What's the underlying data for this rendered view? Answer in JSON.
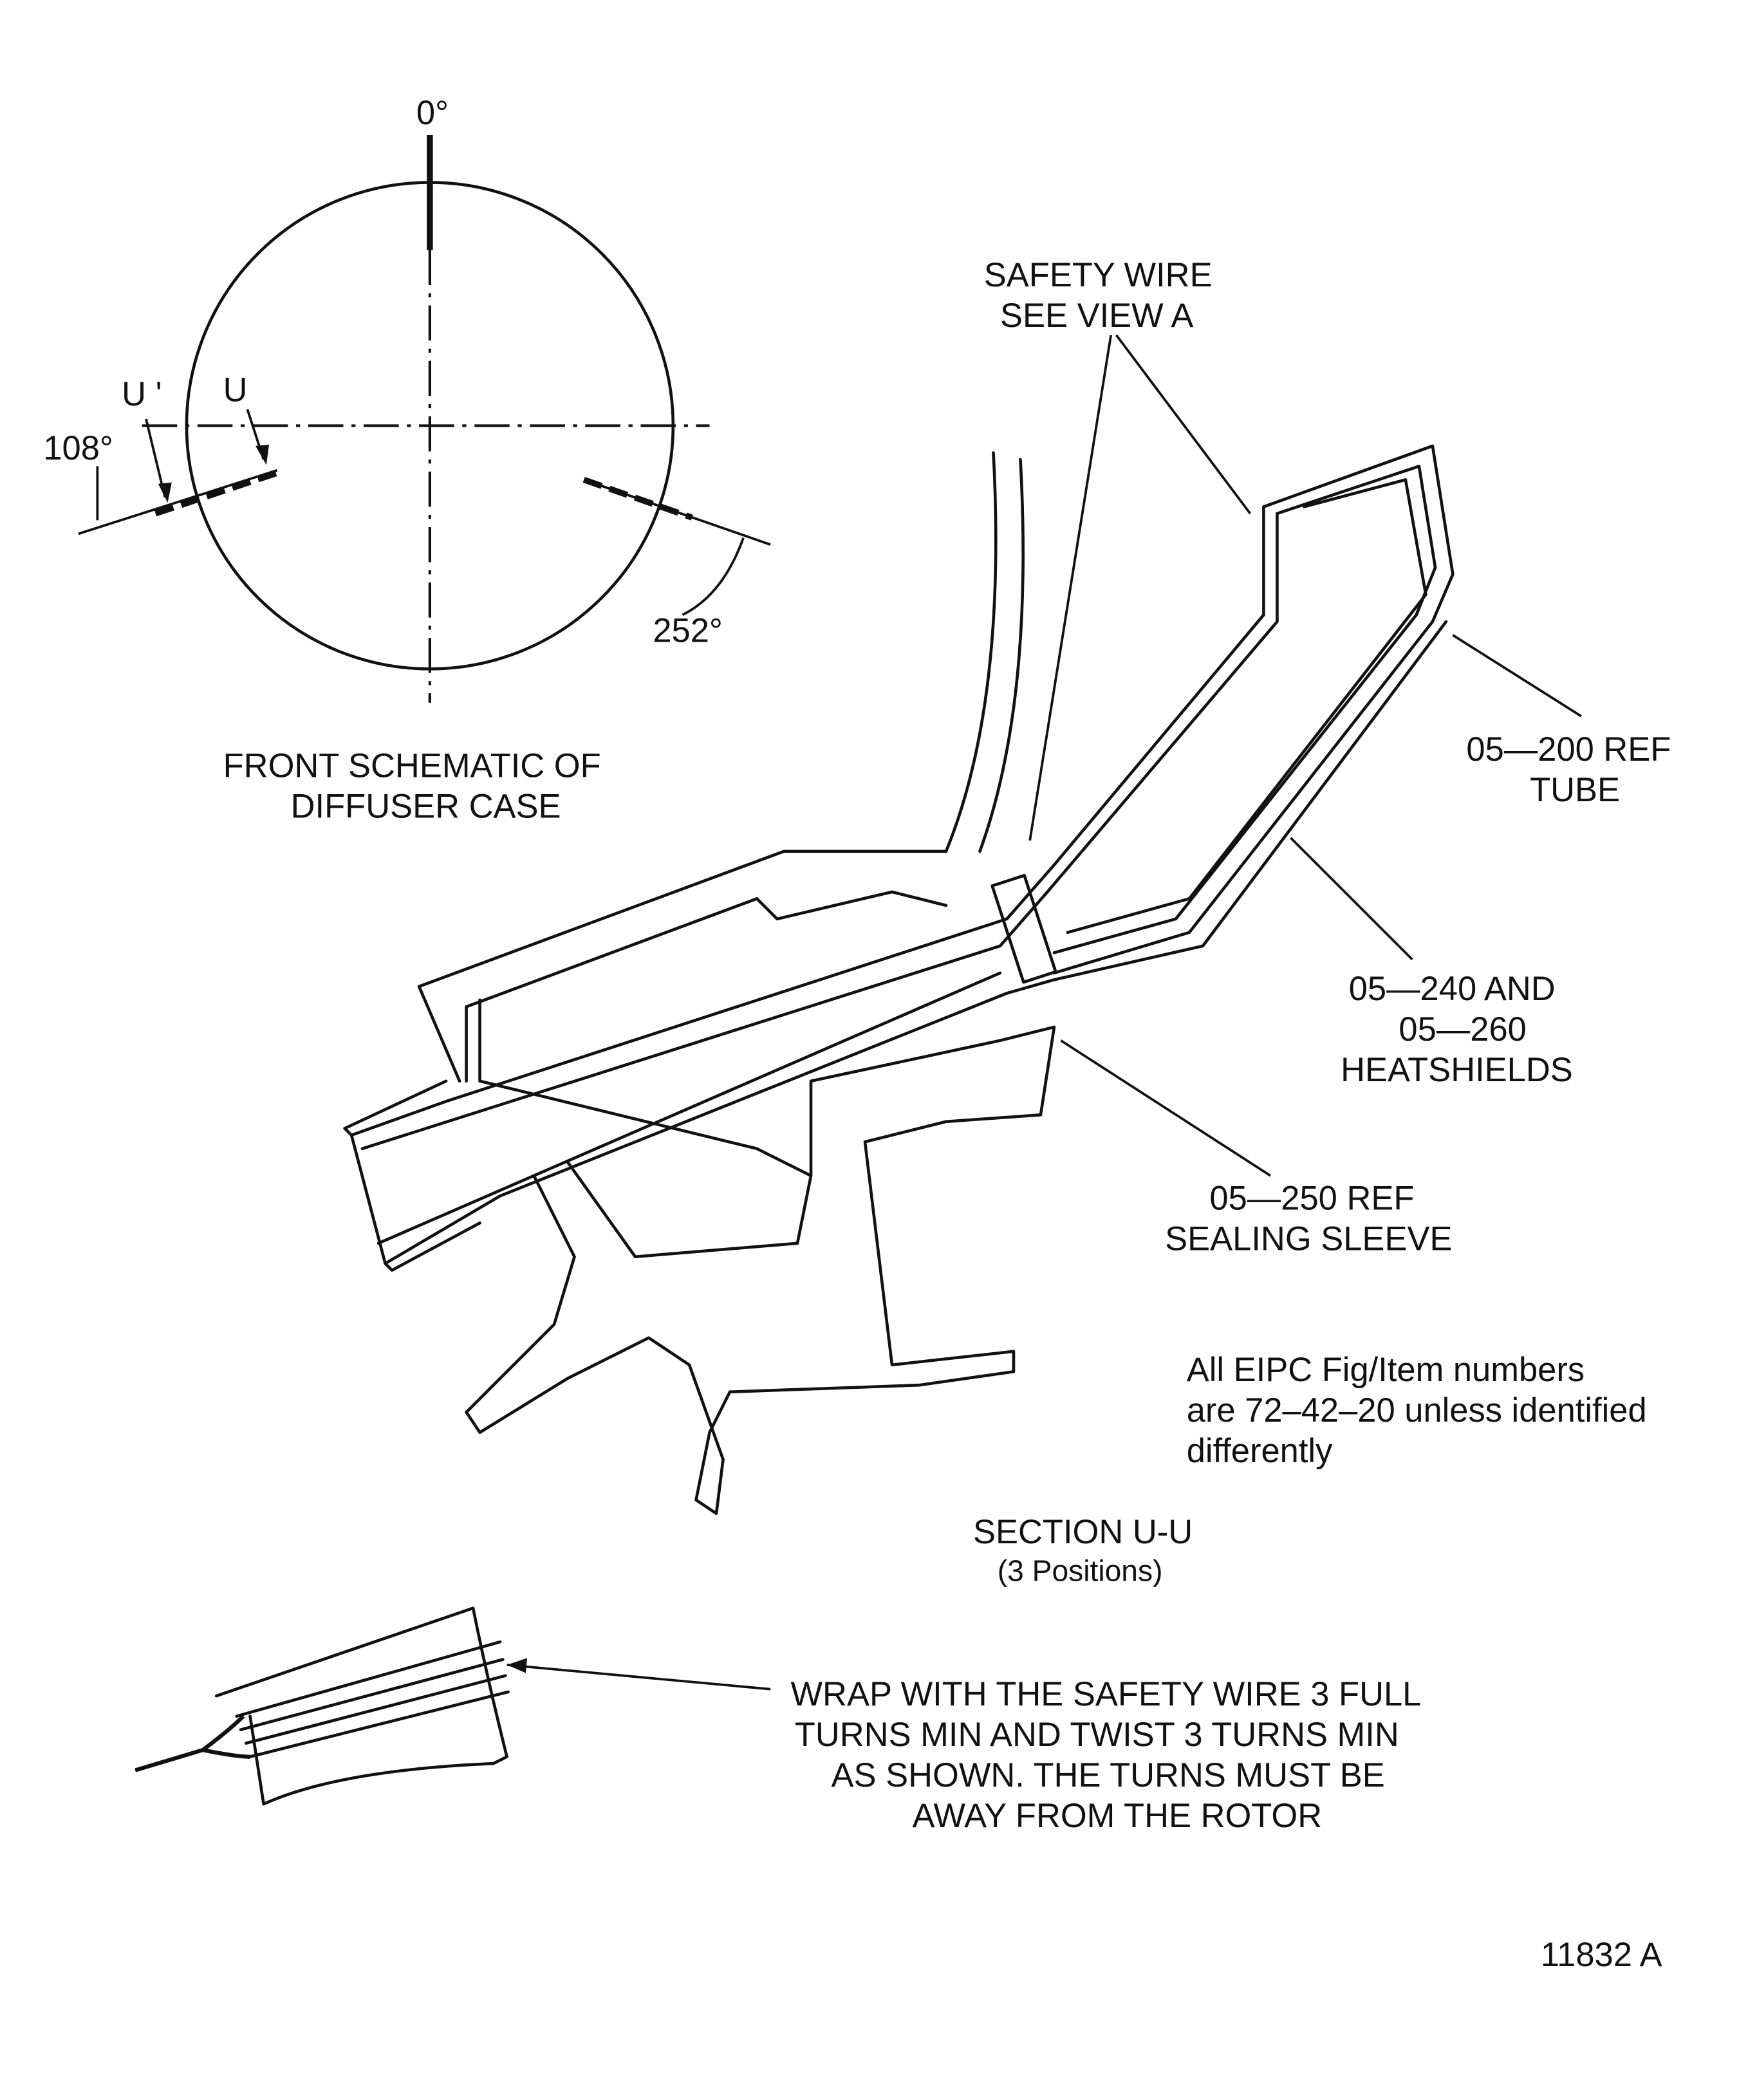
{
  "schematic": {
    "angle_top": "0°",
    "label_u_prime": "U '",
    "label_u": "U",
    "angle_left": "108°",
    "angle_right": "252°",
    "caption": [
      "FRONT SCHEMATIC OF",
      "DIFFUSER CASE"
    ]
  },
  "callouts": {
    "safety_wire": [
      "SAFETY WIRE",
      "SEE VIEW A"
    ],
    "tube": [
      "05—200 REF",
      "TUBE"
    ],
    "heatshields": [
      "05—240 AND",
      "05—260",
      "HEATSHIELDS"
    ],
    "sealing_sleeve": [
      "05—250 REF",
      "SEALING SLEEVE"
    ]
  },
  "note": [
    "All EIPC Fig/Item numbers",
    "are 72–42–20 unless identified",
    "differently"
  ],
  "section": [
    "SECTION U-U",
    "(3 Positions)"
  ],
  "view_a_note": [
    "WRAP WITH THE SAFETY WIRE 3 FULL",
    "TURNS MIN AND TWIST 3 TURNS MIN",
    "AS SHOWN. THE TURNS MUST BE",
    "AWAY FROM THE ROTOR"
  ],
  "figure_id": "11832 A"
}
